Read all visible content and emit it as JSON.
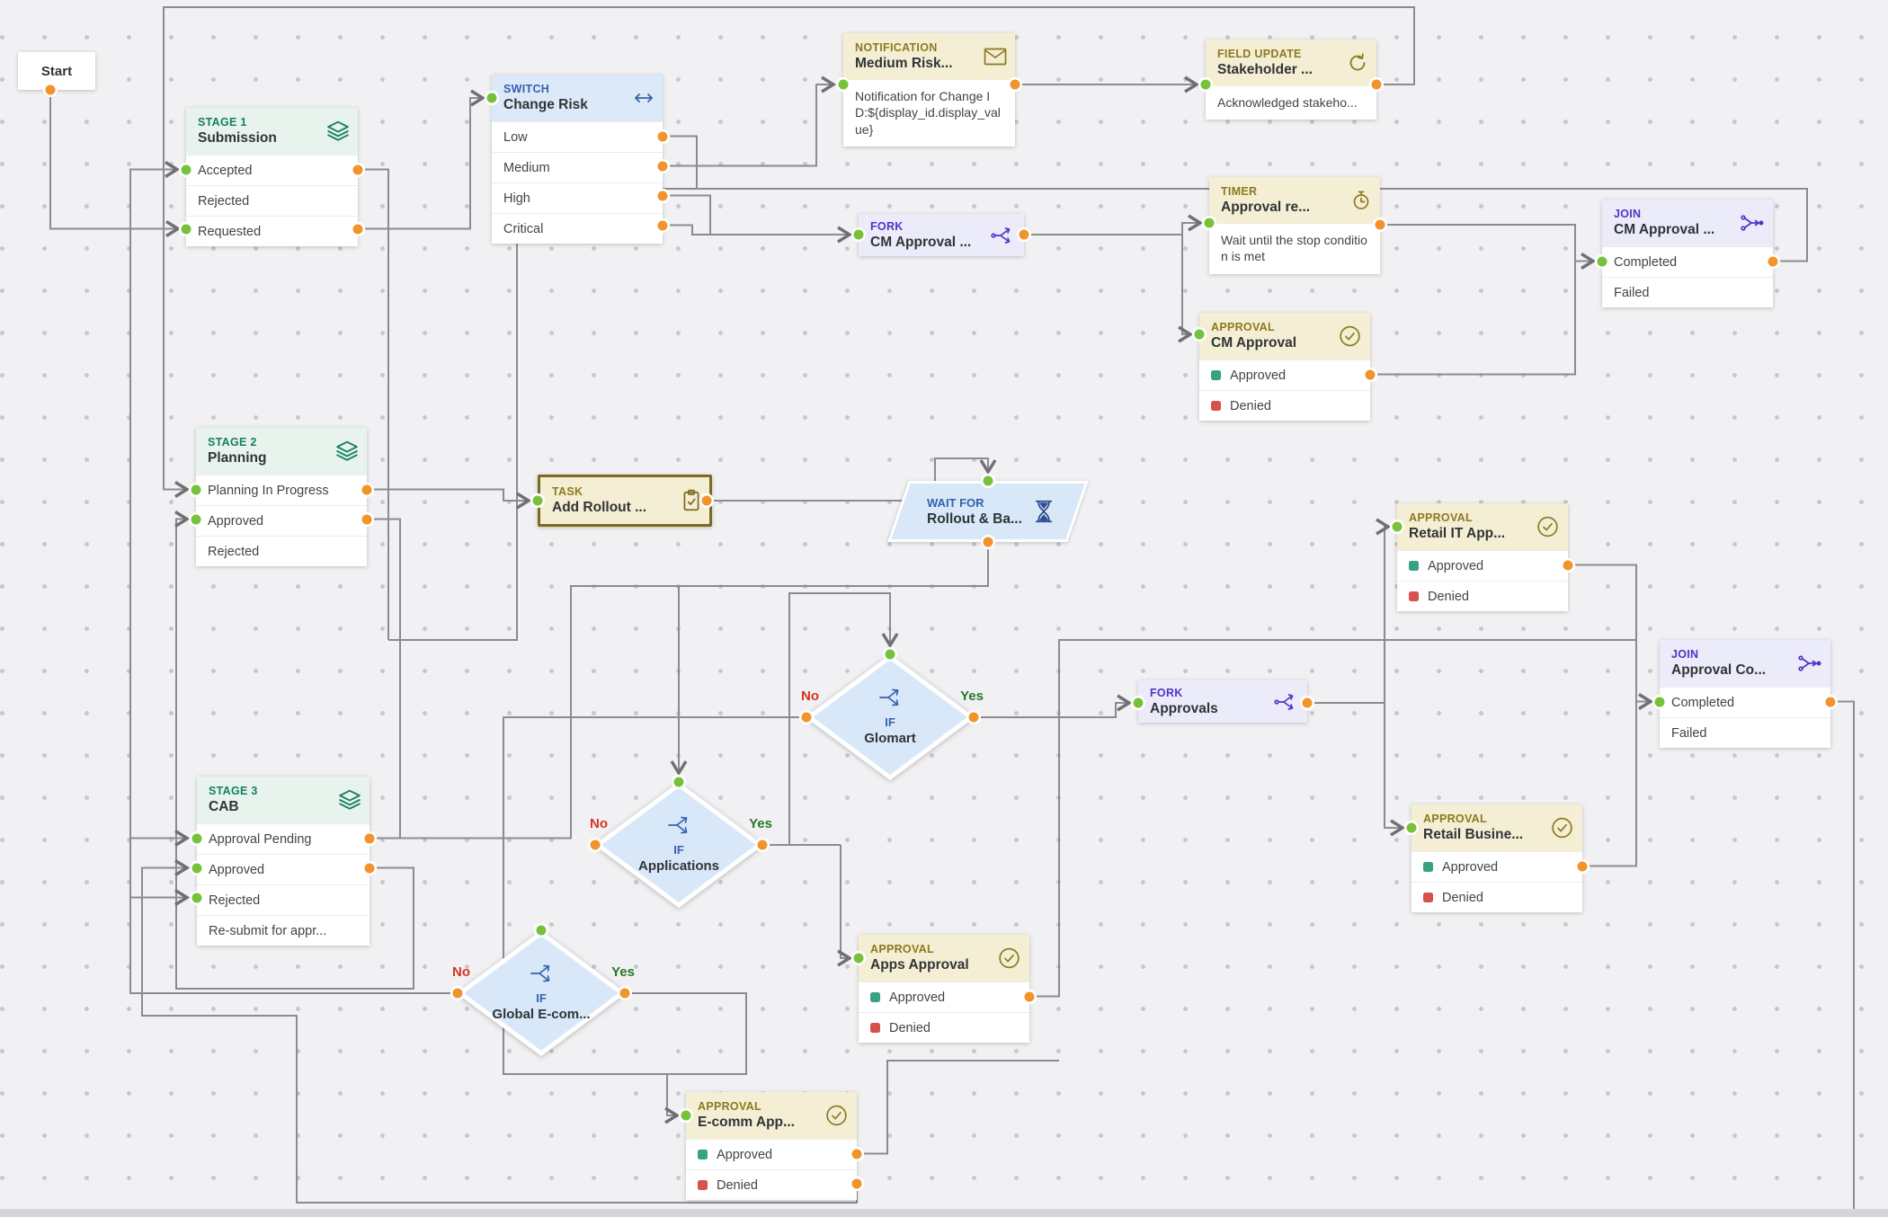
{
  "colors": {
    "canvas_bg": "#f1f1f3",
    "dot_grid": "#c6c6cb",
    "wire": "#8b8b90",
    "dot_in": "#77c13c",
    "dot_out": "#f2932c",
    "approved_bullet": "#37a184",
    "denied_bullet": "#d6504c",
    "yes_label": "#237a28",
    "no_label": "#d6331f",
    "stage_accent": "#17805f",
    "blue_accent": "#3561ae",
    "gold_accent": "#8b7a1f",
    "purple_accent": "#5233c8"
  },
  "nodes": [
    {
      "id": "start",
      "kind": "start",
      "title": "Start"
    },
    {
      "id": "stage1",
      "kind": "card",
      "palette": "stage",
      "icon": "layers-icon",
      "label": "STAGE 1",
      "title": "Submission",
      "rows": [
        {
          "text": "Accepted"
        },
        {
          "text": "Rejected"
        },
        {
          "text": "Requested"
        }
      ]
    },
    {
      "id": "switch_change_risk",
      "kind": "card",
      "palette": "blue",
      "icon": "switch-icon",
      "label": "SWITCH",
      "title": "Change Risk",
      "rows": [
        {
          "text": "Low"
        },
        {
          "text": "Medium"
        },
        {
          "text": "High"
        },
        {
          "text": "Critical"
        }
      ]
    },
    {
      "id": "notif_medium_risk",
      "kind": "card",
      "palette": "gold",
      "icon": "envelope-icon",
      "label": "NOTIFICATION",
      "title": "Medium Risk...",
      "body": "Notification for Change ID:${display_id.display_value}"
    },
    {
      "id": "field_update_stakeholder",
      "kind": "card",
      "palette": "gold",
      "icon": "refresh-icon",
      "label": "FIELD UPDATE",
      "title": "Stakeholder ...",
      "body": "Acknowledged stakeho..."
    },
    {
      "id": "timer_approval",
      "kind": "card",
      "palette": "gold",
      "icon": "stopwatch-icon",
      "label": "TIMER",
      "title": "Approval re...",
      "body": "Wait until the stop condition is met"
    },
    {
      "id": "fork_cm_approval",
      "kind": "pill",
      "palette": "purple",
      "icon": "fork-icon",
      "label": "FORK",
      "title": "CM Approval ..."
    },
    {
      "id": "approval_cm",
      "kind": "card",
      "palette": "gold",
      "icon": "check-circle-icon",
      "label": "APPROVAL",
      "title": "CM Approval",
      "rows": [
        {
          "text": "Approved",
          "bullet": "approved"
        },
        {
          "text": "Denied",
          "bullet": "denied"
        }
      ]
    },
    {
      "id": "join_cm_approval",
      "kind": "card",
      "palette": "purple",
      "icon": "join-icon",
      "label": "JOIN",
      "title": "CM Approval ...",
      "rows": [
        {
          "text": "Completed"
        },
        {
          "text": "Failed"
        }
      ]
    },
    {
      "id": "stage2",
      "kind": "card",
      "palette": "stage",
      "icon": "layers-icon",
      "label": "STAGE 2",
      "title": "Planning",
      "rows": [
        {
          "text": "Planning In Progress"
        },
        {
          "text": "Approved"
        },
        {
          "text": "Rejected"
        }
      ]
    },
    {
      "id": "task_add_rollout",
      "kind": "task",
      "palette": "gold",
      "icon": "clipboard-icon",
      "label": "TASK",
      "title": "Add Rollout ..."
    },
    {
      "id": "waitfor_rollout",
      "kind": "para",
      "icon": "hourglass-icon",
      "label": "WAIT FOR",
      "title": "Rollout & Ba..."
    },
    {
      "id": "approval_retail_it",
      "kind": "card",
      "palette": "gold",
      "icon": "check-circle-icon",
      "label": "APPROVAL",
      "title": "Retail IT App...",
      "rows": [
        {
          "text": "Approved",
          "bullet": "approved"
        },
        {
          "text": "Denied",
          "bullet": "denied"
        }
      ]
    },
    {
      "id": "if_glomart",
      "kind": "diamond",
      "icon": "branch-icon",
      "label": "IF",
      "title": "Glomart",
      "no": "No",
      "yes": "Yes"
    },
    {
      "id": "fork_approvals",
      "kind": "pill",
      "palette": "purple",
      "icon": "fork-icon",
      "label": "FORK",
      "title": "Approvals"
    },
    {
      "id": "join_approval_co",
      "kind": "card",
      "palette": "purple",
      "icon": "join-icon",
      "label": "JOIN",
      "title": "Approval Co...",
      "rows": [
        {
          "text": "Completed"
        },
        {
          "text": "Failed"
        }
      ]
    },
    {
      "id": "stage3",
      "kind": "card",
      "palette": "stage",
      "icon": "layers-icon",
      "label": "STAGE 3",
      "title": "CAB",
      "rows": [
        {
          "text": "Approval Pending"
        },
        {
          "text": "Approved"
        },
        {
          "text": "Rejected"
        },
        {
          "text": "Re-submit for appr..."
        }
      ]
    },
    {
      "id": "if_applications",
      "kind": "diamond",
      "icon": "branch-icon",
      "label": "IF",
      "title": "Applications",
      "no": "No",
      "yes": "Yes"
    },
    {
      "id": "if_global_ecom",
      "kind": "diamond",
      "icon": "branch-icon",
      "label": "IF",
      "title": "Global E-com...",
      "no": "No",
      "yes": "Yes"
    },
    {
      "id": "approval_apps",
      "kind": "card",
      "palette": "gold",
      "icon": "check-circle-icon",
      "label": "APPROVAL",
      "title": "Apps Approval",
      "rows": [
        {
          "text": "Approved",
          "bullet": "approved"
        },
        {
          "text": "Denied",
          "bullet": "denied"
        }
      ]
    },
    {
      "id": "approval_retail_business",
      "kind": "card",
      "palette": "gold",
      "icon": "check-circle-icon",
      "label": "APPROVAL",
      "title": "Retail Busine...",
      "rows": [
        {
          "text": "Approved",
          "bullet": "approved"
        },
        {
          "text": "Denied",
          "bullet": "denied"
        }
      ]
    },
    {
      "id": "approval_ecomm",
      "kind": "card",
      "palette": "gold",
      "icon": "check-circle-icon",
      "label": "APPROVAL",
      "title": "E-comm App...",
      "rows": [
        {
          "text": "Approved",
          "bullet": "approved"
        },
        {
          "text": "Denied",
          "bullet": "denied"
        }
      ]
    }
  ]
}
